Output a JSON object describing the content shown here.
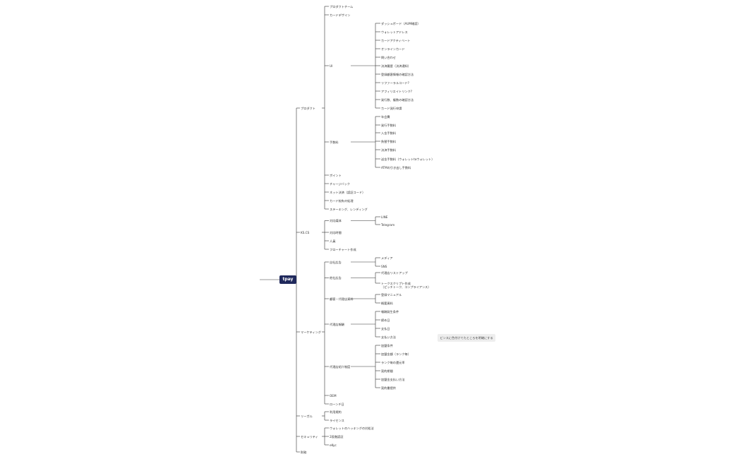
{
  "mindmap": {
    "root": "tpay",
    "note": "ビンスに色付けてたところを明確にする",
    "branches": [
      {
        "label": "プロダクト",
        "children": [
          {
            "label": "プロダクトチーム"
          },
          {
            "label": "カードデザイン"
          },
          {
            "label": "UI",
            "children": [
              {
                "label": "ダッシュボード（AUM確認）"
              },
              {
                "label": "ウォレットアドレス"
              },
              {
                "label": "カードアクティベート"
              },
              {
                "label": "オンラインカード"
              },
              {
                "label": "問い合わせ"
              },
              {
                "label": "決済履歴（決済通知）"
              },
              {
                "label": "登録顧客情報の確認方法"
              },
              {
                "label": "リファーラルコード?"
              },
              {
                "label": "アフィリエイトリンク?"
              },
              {
                "label": "発行数、複数の確認方法"
              },
              {
                "label": "カード発行申請"
              }
            ]
          },
          {
            "label": "手数料",
            "children": [
              {
                "label": "年会費"
              },
              {
                "label": "発行手数料"
              },
              {
                "label": "入金手数料"
              },
              {
                "label": "負替手数料"
              },
              {
                "label": "決済手数料"
              },
              {
                "label": "送金手数料（ウォレットtoウォレット）"
              },
              {
                "label": "ATMの引き出し手数料"
              }
            ]
          },
          {
            "label": "ポイント"
          },
          {
            "label": "チャージバック"
          },
          {
            "label": "ネット決済（認証コード）"
          },
          {
            "label": "カード紛失の処理"
          },
          {
            "label": "ステーキング、レンディング"
          }
        ]
      },
      {
        "label": "KS.CS",
        "children": [
          {
            "label": "対応媒体",
            "children": [
              {
                "label": "LINE"
              },
              {
                "label": "Telegram"
              }
            ]
          },
          {
            "label": "対応時間"
          },
          {
            "label": "人員"
          },
          {
            "label": "フローチャート作成"
          }
        ]
      },
      {
        "label": "マーケティング",
        "children": [
          {
            "label": "自社広告",
            "children": [
              {
                "label": "メディア"
              },
              {
                "label": "SNS"
              }
            ]
          },
          {
            "label": "他社広告",
            "children": [
              {
                "label": "代理店リストアップ"
              },
              {
                "label": "トークスクリプト作成\n（ピッチトーク、コンプライアンス）"
              }
            ]
          },
          {
            "label": "顧客・代理店資料",
            "children": [
              {
                "label": "登録マニュアル"
              },
              {
                "label": "概要資料"
              }
            ]
          },
          {
            "label": "代理店報酬",
            "children": [
              {
                "label": "報酬発生条件"
              },
              {
                "label": "締め日"
              },
              {
                "label": "支払日"
              },
              {
                "label": "支払い方法"
              }
            ]
          },
          {
            "label": "代理店紹介制度",
            "children": [
              {
                "label": "加盟条件"
              },
              {
                "label": "加盟金額（ランク毎）"
              },
              {
                "label": "ランク毎の還元率"
              },
              {
                "label": "契約期間"
              },
              {
                "label": "加盟金支払い方法"
              },
              {
                "label": "契約書提供"
              }
            ]
          },
          {
            "label": "OEM"
          },
          {
            "label": "ローンチ日"
          }
        ]
      },
      {
        "label": "リーガル",
        "children": [
          {
            "label": "利用規約"
          },
          {
            "label": "ライセンス"
          }
        ]
      },
      {
        "label": "セキュリティ",
        "children": [
          {
            "label": "ウォレットのハッキングの対処法"
          },
          {
            "label": "2段階認証"
          },
          {
            "label": "eKyc"
          }
        ]
      },
      {
        "label": "財務"
      }
    ]
  }
}
